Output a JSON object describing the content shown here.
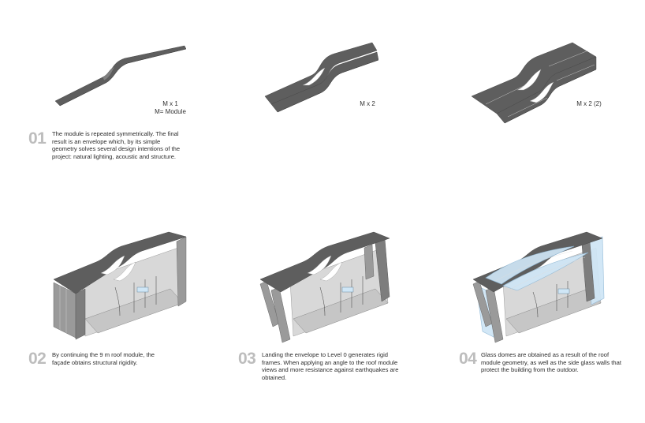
{
  "module_labels": {
    "m1_line1": "M x 1",
    "m1_line2": "M= Module",
    "m2": "M x 2",
    "m3": "M x 2 (2)"
  },
  "steps": [
    {
      "number": "01",
      "text": "The module is repeated symmetrically. The final result is an envelope which, by its simple geometry solves several design intentions of the project: natural lighting, acoustic and structure."
    },
    {
      "number": "02",
      "text": "By continuing the 9 m roof module, the façade obtains structural rigidity."
    },
    {
      "number": "03",
      "text": "Landing the envelope to Level 0 generates rigid frames. When applying an angle to the roof module views and more resistance against earthquakes are obtained."
    },
    {
      "number": "04",
      "text": "Glass domes are obtained as a result of the roof module geometry, as well as the side glass walls that protect the building from the outdoor."
    }
  ],
  "colors": {
    "roof_dark": "#5e5e5e",
    "wall_grey": "#9a9a9a",
    "interior": "#d8d8d8",
    "glass": "#cfe6f6",
    "step_number": "#bdbdbd"
  }
}
